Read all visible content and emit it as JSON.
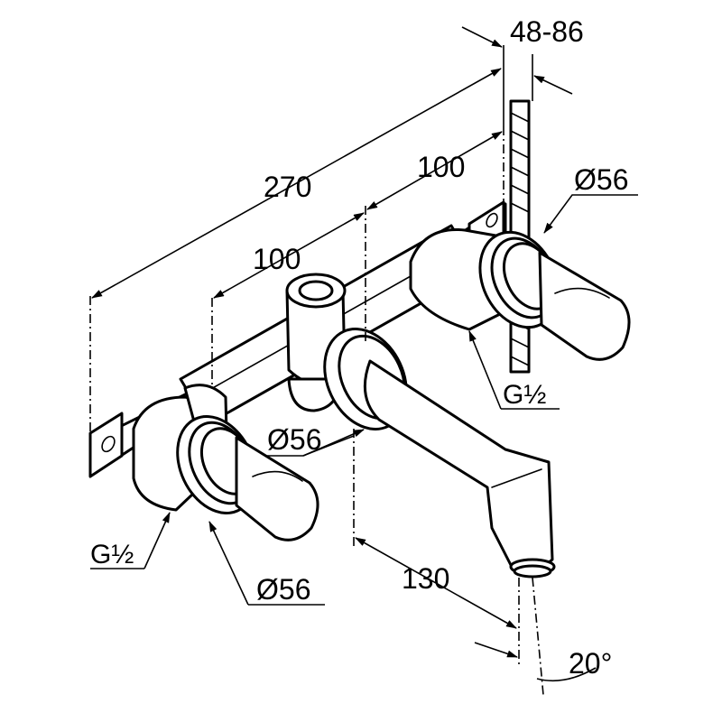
{
  "drawing": {
    "dimensions": {
      "wall_depth": "48-86",
      "total_width": "270",
      "spacing_right": "100",
      "spacing_left": "100",
      "spout_length": "130",
      "spout_angle": "20°"
    },
    "diameters": {
      "right_handle": "Ø56",
      "center_rosette": "Ø56",
      "left_handle": "Ø56"
    },
    "threads": {
      "right": "G½",
      "left": "G½"
    }
  }
}
